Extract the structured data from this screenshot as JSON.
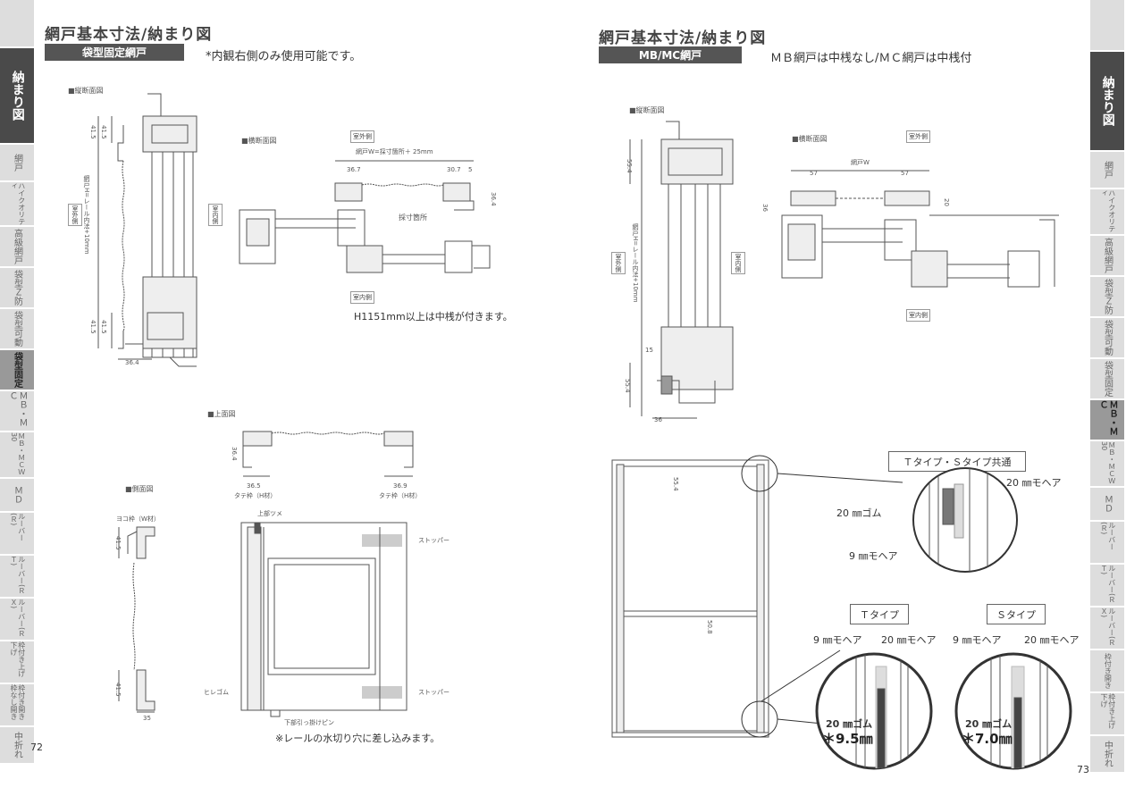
{
  "left": {
    "title": "網戸基本寸法/納まり図",
    "tag": "袋型固定網戸",
    "note": "*内観右側のみ使用可能です。",
    "vertical_label": "■縦断面図",
    "horizontal_label": "■横断面図",
    "top_label": "■上面図",
    "side_label": "■側面図",
    "outdoor": "室外側",
    "indoor": "室内側",
    "indoor_v": "室内側",
    "outdoor_v": "室外側",
    "width_dim": "網戸W=採寸箇所＋ 25mm",
    "measure": "採寸箇所",
    "height_dim": "網戸H=レール内法+10mm",
    "h1151": "H1151mm以上は中桟が付きます。",
    "dims": {
      "d415a": "41.5",
      "d415b": "41.5",
      "d415c": "41.5",
      "d415d": "41.5",
      "d364": "36.4",
      "d367": "36.7",
      "d307": "30.7",
      "d5": "5",
      "d364b": "36.4",
      "d365": "36.5",
      "d369": "36.9",
      "d364c": "36.4",
      "d415e": "41.5",
      "d415f": "41.5",
      "d35": "35"
    },
    "tate_h1": "タテ枠（H材）",
    "tate_h2": "タテ枠（H材）",
    "yoko_w": "ヨコ枠（W材）",
    "top_tsume": "上部ツメ",
    "stopper1": "ストッパー",
    "stopper2": "ストッパー",
    "hire": "ヒレゴム",
    "pin": "下部引っ掛けピン",
    "rail_note": "※レールの水切り穴に差し込みます。",
    "page": "72"
  },
  "right": {
    "title": "網戸基本寸法/納まり図",
    "tag": "MB/MC網戸",
    "note": "ＭＢ網戸は中桟なし/ＭＣ網戸は中桟付",
    "vertical_label": "■縦断面図",
    "horizontal_label": "■横断面図",
    "outdoor": "室外側",
    "indoor": "室内側",
    "outdoor_v": "室外側",
    "indoor_v": "室内側",
    "width_dim": "網戸W",
    "height_dim": "網戸H=レール内法+10mm",
    "dims": {
      "d57a": "57",
      "d57b": "57",
      "d20": "20",
      "d36": "36",
      "d554a": "55.4",
      "d15": "15",
      "d554b": "55.4",
      "d36b": "36",
      "d554c": "55.4",
      "d508": "50.8"
    },
    "ts_common": "Ｔタイプ・Ｓタイプ共通",
    "mohair20a": "20 ㎜モヘア",
    "gum20": "20 ㎜ゴム",
    "mohair9a": "9 ㎜モヘア",
    "t_type": "Ｔタイプ",
    "s_type": "Ｓタイプ",
    "t_mohair9": "9 ㎜モヘア",
    "t_mohair20": "20 ㎜モヘア",
    "s_mohair9": "9 ㎜モヘア",
    "s_mohair20": "20 ㎜モヘア",
    "t_gum": "20 ㎜ゴム",
    "t_gum_size": "＊9.5㎜",
    "s_gum": "20 ㎜ゴム",
    "s_gum_size": "＊7.0㎜",
    "page": "73"
  },
  "sidebar_left": {
    "head": "納まり図",
    "items": [
      "網戸",
      "ハイクオリティ",
      "高級網戸",
      "袋型Ｚ防",
      "袋型可動",
      "袋型固定",
      "ＭＢ・ＭＣ",
      "ＭＢ・ＭＣＷ30",
      "ＭＤ",
      "ルーバー(Ｒ)",
      "ルーバー(ＲＴ)",
      "ルーバー(ＲＸ)",
      "枠付き上げ下げ",
      "枠付き開き枠なし開き",
      "中折れ"
    ]
  },
  "sidebar_right": {
    "head": "納まり図",
    "items": [
      "網戸",
      "ハイクオリティ",
      "高級網戸",
      "袋型Ｚ防",
      "袋型可動",
      "袋型固定",
      "ＭＢ・ＭＣ",
      "ＭＢ・ＭＣＷ30",
      "ＭＤ",
      "ルーバー(Ｒ)",
      "ルーバー(ＲＴ)",
      "ルーバー(ＲＸ)",
      "枠付き開き",
      "枠付き上げ下げ",
      "中折れ"
    ]
  }
}
